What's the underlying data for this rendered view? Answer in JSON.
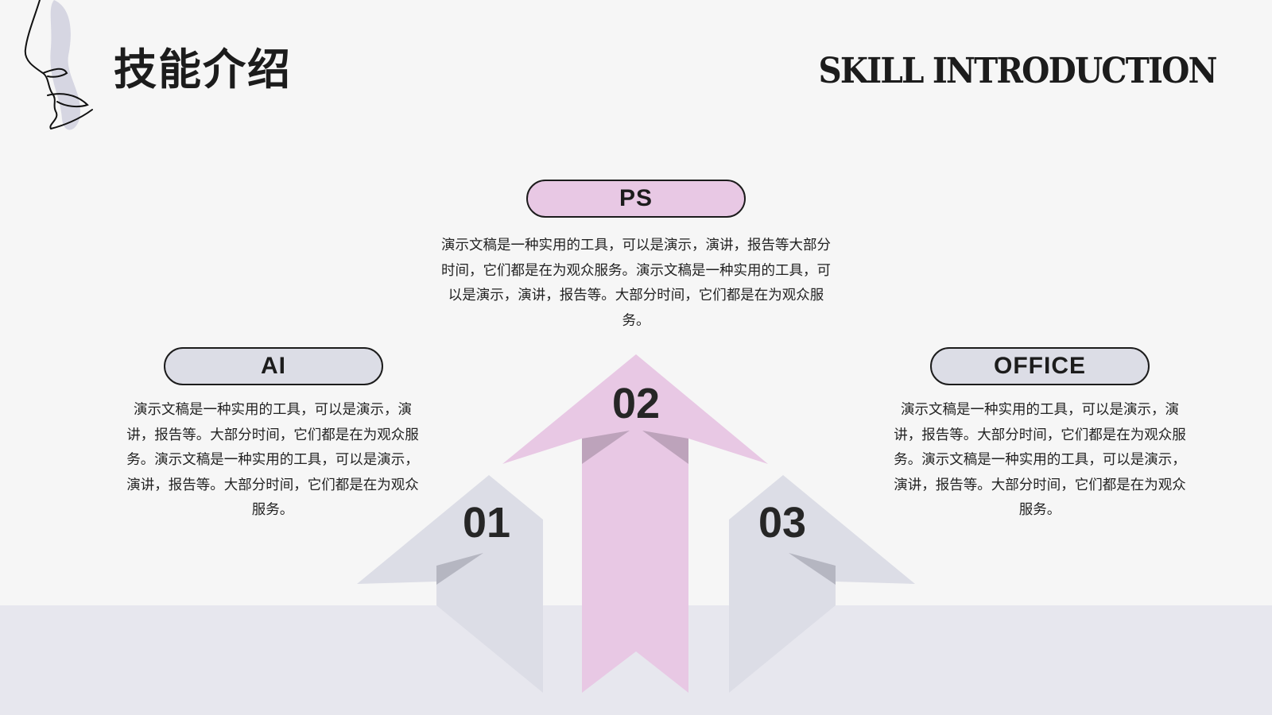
{
  "header": {
    "title": "技能介绍",
    "subtitle": "SKILL INTRODUCTION"
  },
  "skills": [
    {
      "number": "01",
      "name": "AI",
      "description": "演示文稿是一种实用的工具，可以是演示，演讲，报告等。大部分时间，它们都是在为观众服务。演示文稿是一种实用的工具，可以是演示，演讲，报告等。大部分时间，它们都是在为观众服务。",
      "color": "#dcdde6"
    },
    {
      "number": "02",
      "name": "PS",
      "description": "演示文稿是一种实用的工具，可以是演示，演讲，报告等大部分时间，它们都是在为观众服务。演示文稿是一种实用的工具，可以是演示，演讲，报告等。大部分时间，它们都是在为观众服务。",
      "color": "#e8c8e4"
    },
    {
      "number": "03",
      "name": "OFFICE",
      "description": "演示文稿是一种实用的工具，可以是演示，演讲，报告等。大部分时间，它们都是在为观众服务。演示文稿是一种实用的工具，可以是演示，演讲，报告等。大部分时间，它们都是在为观众服务。",
      "color": "#dcdde6"
    }
  ],
  "decoration": {
    "icon": "face-line-art-icon"
  }
}
